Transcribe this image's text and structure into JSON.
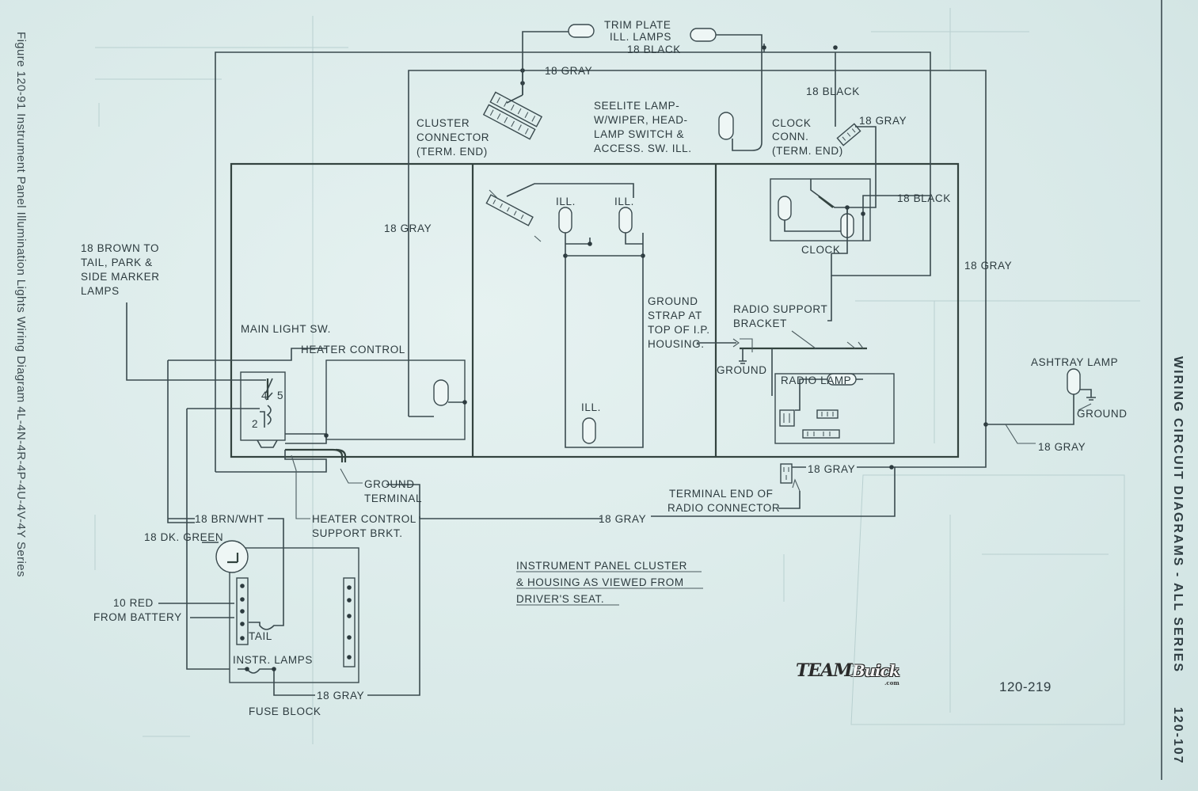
{
  "side_caption": "Figure 120-91 Instrument Panel Illumination Lights Wiring Diagram 4L-4N-4R-4P-4U-4V-4Y Series",
  "side_heading": "WIRING CIRCUIT DIAGRAMS - ALL SERIES",
  "page_number": "120-107",
  "figure_id": "120-219",
  "logo": {
    "main": "TEAM",
    "accent": "Buick",
    "suffix": ".com"
  },
  "labels": {
    "trim_plate_1": "TRIM PLATE",
    "trim_plate_2": "ILL. LAMPS",
    "black_top": "18 BLACK",
    "gray_top": "18 GRAY",
    "cluster_conn_1": "CLUSTER",
    "cluster_conn_2": "CONNECTOR",
    "cluster_conn_3": "(TERM. END)",
    "seelite_1": "SEELITE LAMP-",
    "seelite_2": "W/WIPER, HEAD-",
    "seelite_3": "LAMP SWITCH &",
    "seelite_4": "ACCESS. SW. ILL.",
    "black_clock": "18 BLACK",
    "gray_clock": "18 GRAY",
    "clock_conn_1": "CLOCK",
    "clock_conn_2": "CONN.",
    "clock_conn_3": "(TERM. END)",
    "ill_1": "ILL.",
    "ill_2": "ILL.",
    "ill_3": "ILL.",
    "black_right": "18 BLACK",
    "clock": "CLOCK",
    "gray_right": "18 GRAY",
    "gray_mid": "18 GRAY",
    "brown_1": "18 BROWN TO",
    "brown_2": "TAIL, PARK &",
    "brown_3": "SIDE MARKER",
    "brown_4": "LAMPS",
    "main_light_sw": "MAIN LIGHT SW.",
    "heater_control": "HEATER CONTROL",
    "ground_strap_1": "GROUND",
    "ground_strap_2": "STRAP AT",
    "ground_strap_3": "TOP OF I.P.",
    "ground_strap_4": "HOUSING.",
    "radio_support_1": "RADIO SUPPORT",
    "radio_support_2": "BRACKET",
    "ground_radio": "GROUND",
    "radio_lamp": "RADIO LAMP",
    "ashtray_lamp": "ASHTRAY LAMP",
    "ground_ashtray": "GROUND",
    "gray_ashtray": "18 GRAY",
    "pin_4": "4",
    "pin_5": "5",
    "pin_2": "2",
    "ground_terminal_1": "GROUND",
    "ground_terminal_2": "TERMINAL",
    "gray_radio_conn": "18 GRAY",
    "terminal_end_1": "TERMINAL END OF",
    "terminal_end_2": "RADIO CONNECTOR",
    "brn_wht": "18 BRN/WHT",
    "heater_brkt_1": "HEATER CONTROL",
    "heater_brkt_2": "SUPPORT BRKT.",
    "gray_bottom": "18 GRAY",
    "dk_green": "18 DK. GREEN",
    "red_1": "10 RED",
    "red_2": "FROM BATTERY",
    "tail": "TAIL",
    "instr_lamps": "INSTR. LAMPS",
    "gray_fuse": "18 GRAY",
    "fuse_block": "FUSE BLOCK",
    "view_note_1": "INSTRUMENT PANEL CLUSTER",
    "view_note_2": "& HOUSING AS VIEWED FROM",
    "view_note_3": "DRIVER'S SEAT."
  }
}
